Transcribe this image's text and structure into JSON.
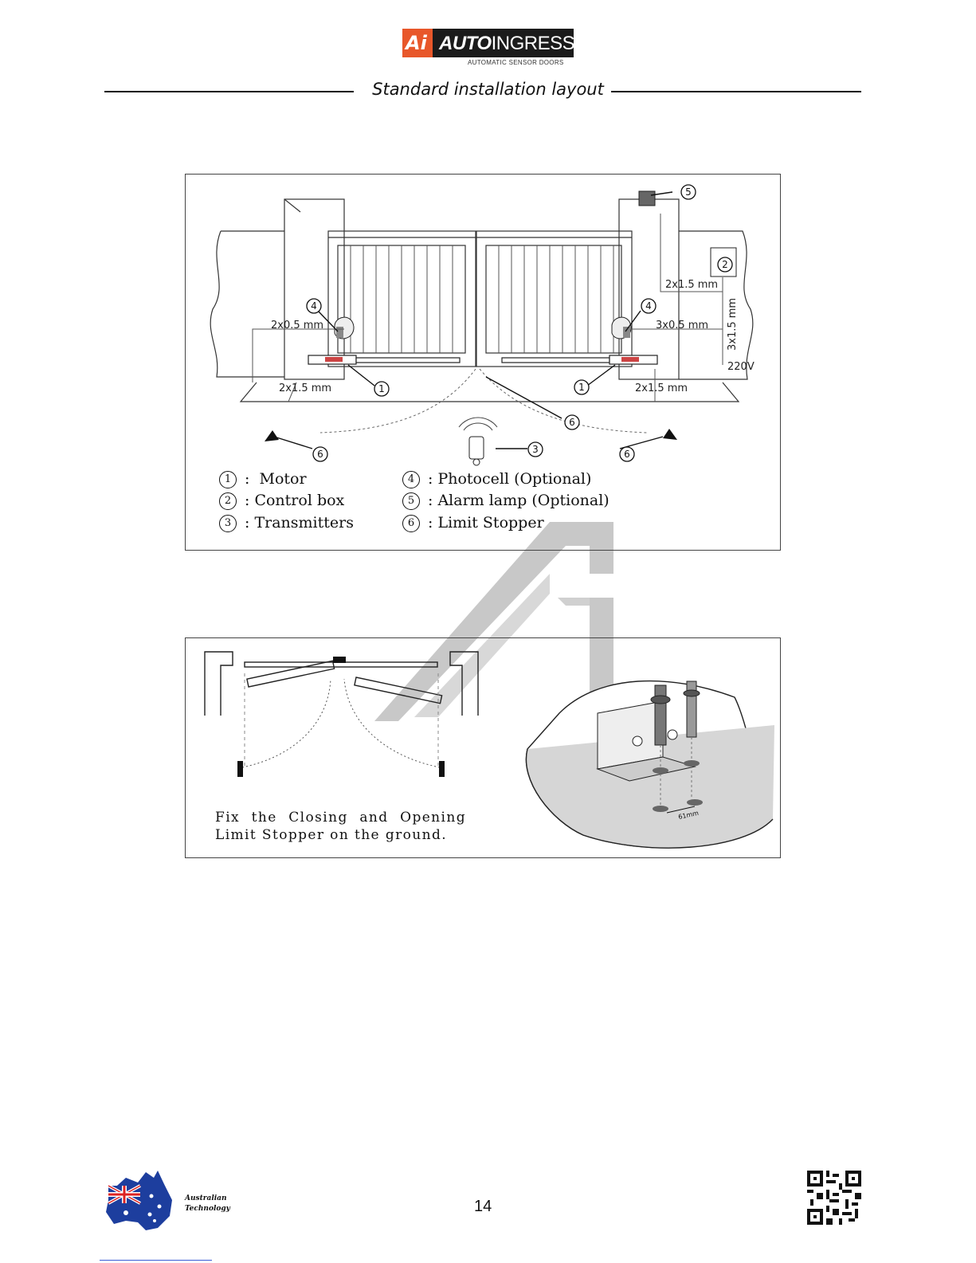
{
  "header": {
    "brand_mark": "Ai",
    "brand_bold": "AUTO",
    "brand_light": "INGRESS",
    "brand_tagline": "AUTOMATIC SENSOR DOORS",
    "title": "Standard installation layout"
  },
  "diagram1": {
    "callouts": {
      "motor": "1",
      "control_box": "2",
      "transmitter": "3",
      "photocell": "4",
      "alarm_lamp": "5",
      "limit_stopper": "6"
    },
    "dims": {
      "left_top": "2x0.5 mm",
      "left_bottom": "2x1.5 mm",
      "right_upper": "2x1.5 mm",
      "right_mid": "3x0.5 mm",
      "right_vertical": "3x1.5 mm",
      "voltage": "220V",
      "right_bottom": "2x1.5 mm"
    },
    "legend": [
      {
        "num": "1",
        "label": "Motor"
      },
      {
        "num": "2",
        "label": "Control box"
      },
      {
        "num": "3",
        "label": "Transmitters"
      },
      {
        "num": "4",
        "label": "Photocell (Optional)"
      },
      {
        "num": "5",
        "label": "Alarm lamp (Optional)"
      },
      {
        "num": "6",
        "label": "Limit Stopper"
      }
    ]
  },
  "diagram2": {
    "caption": "Fix the Closing and Opening Limit Stopper on the ground.",
    "detail_dim": "61mm"
  },
  "footer": {
    "page_number": "14",
    "badge_line1": "Australian",
    "badge_line2": "Technology"
  }
}
